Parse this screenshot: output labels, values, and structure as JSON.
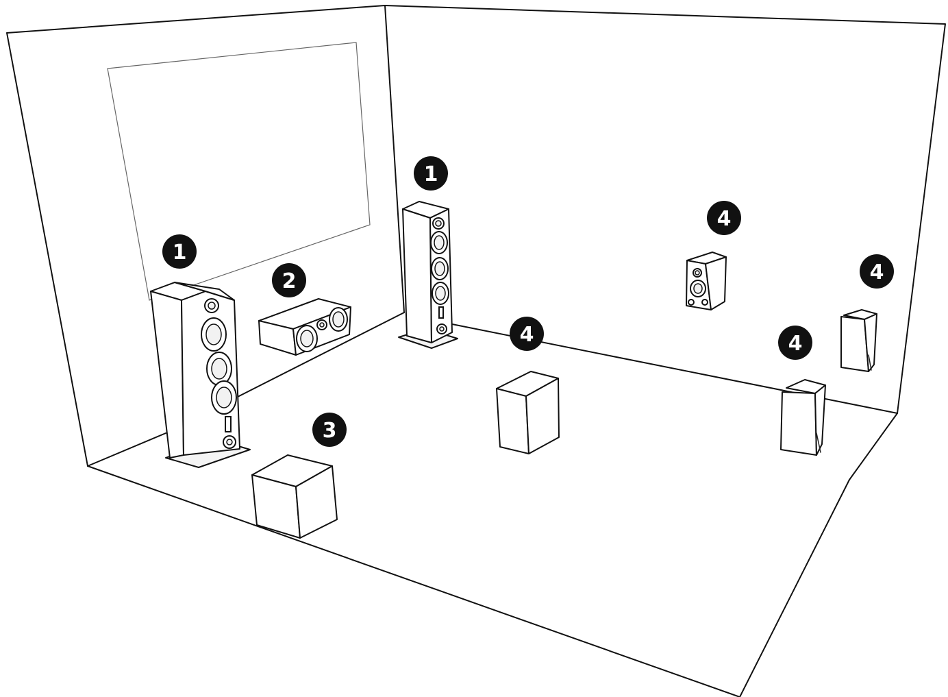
{
  "callouts": {
    "front_left": "1",
    "front_right": "1",
    "center": "2",
    "subwoofer": "3",
    "surround_mid": "4",
    "surround_back_wall": "4",
    "surround_right_upper": "4",
    "surround_right_lower": "4"
  },
  "colors": {
    "line": "#111111",
    "badge_fill": "#111111",
    "badge_text": "#ffffff",
    "background": "#ffffff"
  }
}
